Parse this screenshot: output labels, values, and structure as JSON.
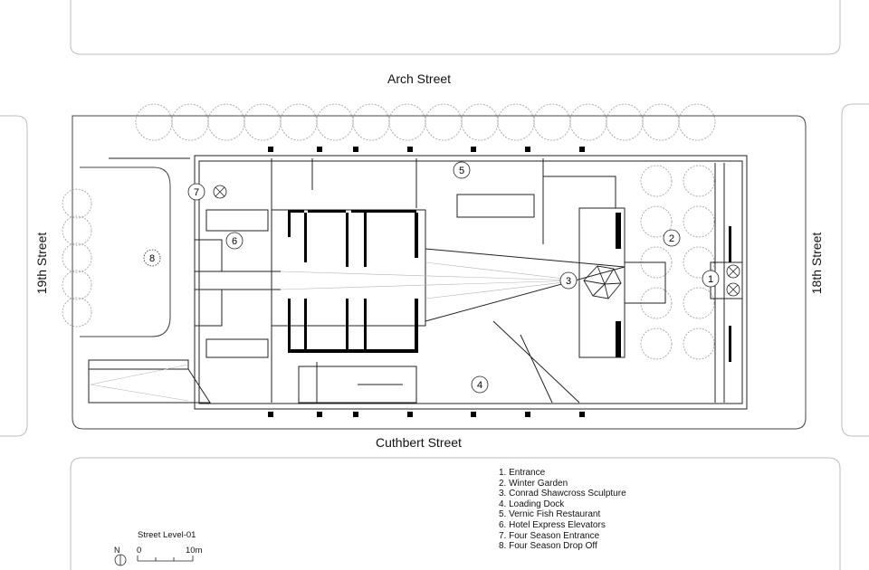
{
  "streets": {
    "north": "Arch Street",
    "south": "Cuthbert Street",
    "west": "19th Street",
    "east": "18th Street"
  },
  "markers": [
    "1",
    "2",
    "3",
    "4",
    "5",
    "6",
    "7",
    "8"
  ],
  "legend": [
    "1. Entrance",
    "2. Winter Garden",
    "3. Conrad Shawcross Sculpture",
    "4. Loading Dock",
    "5. Vernic Fish Restaurant",
    "6. Hotel Express Elevators",
    "7. Four Season Entrance",
    "8. Four Season Drop Off"
  ],
  "scale": {
    "title": "Street Level-01",
    "start": "0",
    "end": "10m",
    "north": "N"
  },
  "colors": {
    "line": "#222222",
    "wall": "#000000",
    "tree": "#9a9a9a",
    "light_line": "#b5b5b5"
  }
}
